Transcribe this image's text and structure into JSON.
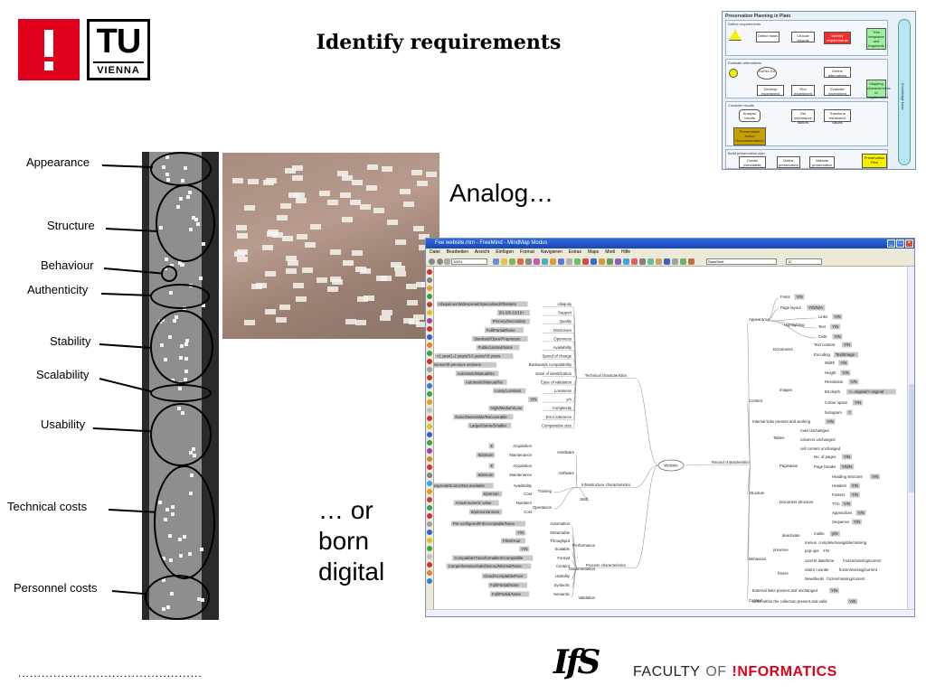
{
  "header": {
    "title": "Identify requirements",
    "logo_tu": "TU",
    "logo_vienna": "VIENNA"
  },
  "workflow": {
    "title": "Preservation Planning in Plato",
    "lanes": [
      "Define requirements",
      "Evaluate alternatives",
      "Consider results",
      "Build preservation plan"
    ],
    "boxes": [
      "Define basis",
      "Choose records",
      "Identify requirements",
      "Tree templates and fragments",
      "Go/No-Go",
      "Define alternatives",
      "Develop experiment",
      "Run experiment",
      "Evaluate experiment",
      "Mapping characteristics to requirements",
      "Analyse results",
      "Set importance factors",
      "Transform measured values",
      "Preservation Action Recommendation",
      "Create executable preservation plan",
      "Define preservation plan",
      "Validate preservation plan",
      "Preservation Plan"
    ],
    "side_label": "Knowledge base"
  },
  "strip_labels": [
    "Appearance",
    "Structure",
    "Behaviour",
    "Authenticity",
    "Stability",
    "Scalability",
    "Usability",
    "Technical costs",
    "Personnel costs"
  ],
  "captions": {
    "analog": "Analog…",
    "digital": "… or\nborn\ndigital"
  },
  "mindmap": {
    "window_title": "Fee website.mm - FreeMind - MindMap Modus",
    "menu": [
      "Datei",
      "Bearbeiten",
      "Ansicht",
      "Einfügen",
      "Format",
      "Navigieren",
      "Extras",
      "Maps",
      "Modi",
      "Hilfe"
    ],
    "zoom": "100%",
    "font": "SansSerif",
    "font_size": "12",
    "root": "Website",
    "branch_record": "Record characteristics",
    "left_branches": [
      "Technical characteristics",
      "Infrastructure characteristics",
      "Process characteristics"
    ],
    "technical": [
      [
        "Ubiquitous/Widespread/Specialised/Obsolete",
        "Ubiquity"
      ],
      [
        "0/1-5/6-10/10+",
        "Support"
      ],
      [
        "Primary/Secondary",
        "Quality"
      ],
      [
        "Full/Partial/None",
        "Disclosure"
      ],
      [
        "Standard/Open/Proprietary",
        "Openness"
      ],
      [
        "Public/Limited/None",
        "Availability"
      ],
      [
        "<1 year/1-2 years/3-5 years/>5 years",
        "Speed of change"
      ],
      [
        "Previous versions/All previous versions",
        "Backwards compatability"
      ],
      [
        "Automatic/Manual/No",
        "Ease of identification"
      ],
      [
        "Automatic/Manual/No",
        "Ease of validation"
      ],
      [
        "Lossy/Lossless",
        "Lossiness"
      ],
      [
        "Y/N",
        "y/n"
      ],
      [
        "High/Medium/Low",
        "Complexity"
      ],
      [
        "None/Detectable/Recoverable",
        "Error tolerance"
      ],
      [
        "Larger/Same/Smaller",
        "Comparative size"
      ]
    ],
    "infrastructure": [
      [
        "€",
        "Acquisition"
      ],
      [
        "€/annum",
        "Maintenance"
      ],
      [
        "€",
        "Acquisition"
      ],
      [
        "€/annum",
        "Maintenance"
      ],
      [
        "Widespread/Scarce/Not available",
        "Availability"
      ],
      [
        "€/person",
        "Cost"
      ],
      [
        "Actual numeric value",
        "Numbers"
      ],
      [
        "€/person/annum",
        "Cost"
      ]
    ],
    "infrastructure_groups": [
      "Hardware",
      "Software",
      "Training",
      "Operations",
      "Staff"
    ],
    "process": [
      [
        "Pre-configured/Fit/Acceptable/None",
        "Automation"
      ],
      [
        "Y/N",
        "Streamable"
      ],
      [
        "Files/Hour",
        "Throughput"
      ],
      [
        "Y/N",
        "Scalable"
      ],
      [
        "Compatible/Transformable/Incompatible",
        "Format"
      ],
      [
        "Comprehensive/Satisfactory/Minimal/None",
        "Content"
      ],
      [
        "Good/Acceptable/Poor",
        "Usability"
      ],
      [
        "Full/Partial/None",
        "Syntactic"
      ],
      [
        "Full/Partial/None",
        "Semantic"
      ]
    ],
    "process_groups": [
      "Performance",
      "Documentation",
      "Validation"
    ],
    "record_groups": [
      "Appearance",
      "Content",
      "Structure",
      "Behaviour",
      "Context"
    ],
    "appearance": [
      [
        "Fonts",
        "Y/N"
      ],
      [
        "Page layout",
        "Y/N/N/A"
      ],
      [
        "Links",
        "Y/N"
      ],
      [
        "Text",
        "Y/N"
      ],
      [
        "Cells",
        "Y/N"
      ]
    ],
    "appearance_sub": "Highlighting",
    "content": [
      [
        "Text content",
        "Y/N"
      ],
      [
        "Encoding",
        "Text/Image"
      ],
      [
        "Width",
        "Y/N"
      ],
      [
        "Height",
        "Y/N"
      ],
      [
        "Resolution",
        "Y/N"
      ],
      [
        "Bit depth",
        "<= original/> original"
      ],
      [
        "Colour space",
        "Y/N"
      ],
      [
        "histogram",
        "?"
      ],
      [
        "Internal links present and working",
        "Y/N"
      ],
      [
        "rows unchanged",
        ""
      ],
      [
        "columns unchanged",
        ""
      ],
      [
        "cell content unchanged",
        ""
      ]
    ],
    "content_sub": [
      "Documents",
      "Images",
      "Tables"
    ],
    "structure": [
      [
        "No. of pages",
        "Y/N"
      ],
      [
        "Page breaks",
        "Y/N/N"
      ],
      [
        "Heading structure",
        "Y/N"
      ],
      [
        "Headers",
        "Y/N"
      ],
      [
        "Footers",
        "Y/N"
      ],
      [
        "TOC",
        "Y/N"
      ],
      [
        "Appendices",
        "Y/N"
      ],
      [
        "Sequence",
        "Y/N"
      ]
    ],
    "structure_sub": [
      "Pagination",
      "Document structure"
    ],
    "behaviour": [
      [
        "deactivate",
        "mailto",
        "y/N"
      ],
      [
        "menus",
        "complete/navigable/missing",
        ""
      ],
      [
        "pop-ups",
        "Y/N",
        ""
      ],
      [
        "current date/time",
        "frozen/missing/current",
        ""
      ],
      [
        "visitor counter",
        "frozen/missing/current",
        ""
      ],
      [
        "Newsfeeds",
        "frozen/missing/current",
        ""
      ]
    ],
    "behaviour_sub": [
      "preserve",
      "freeze"
    ],
    "context": [
      [
        "External links present and unchanged",
        "Y/N"
      ],
      [
        "Links within the collection present and valid",
        "Y/N"
      ]
    ]
  },
  "footer": {
    "dots": "...............................................",
    "ifs": "IfS",
    "faculty": "FACULTY",
    "of": "OF",
    "informatics": "!NFORMATICS"
  }
}
